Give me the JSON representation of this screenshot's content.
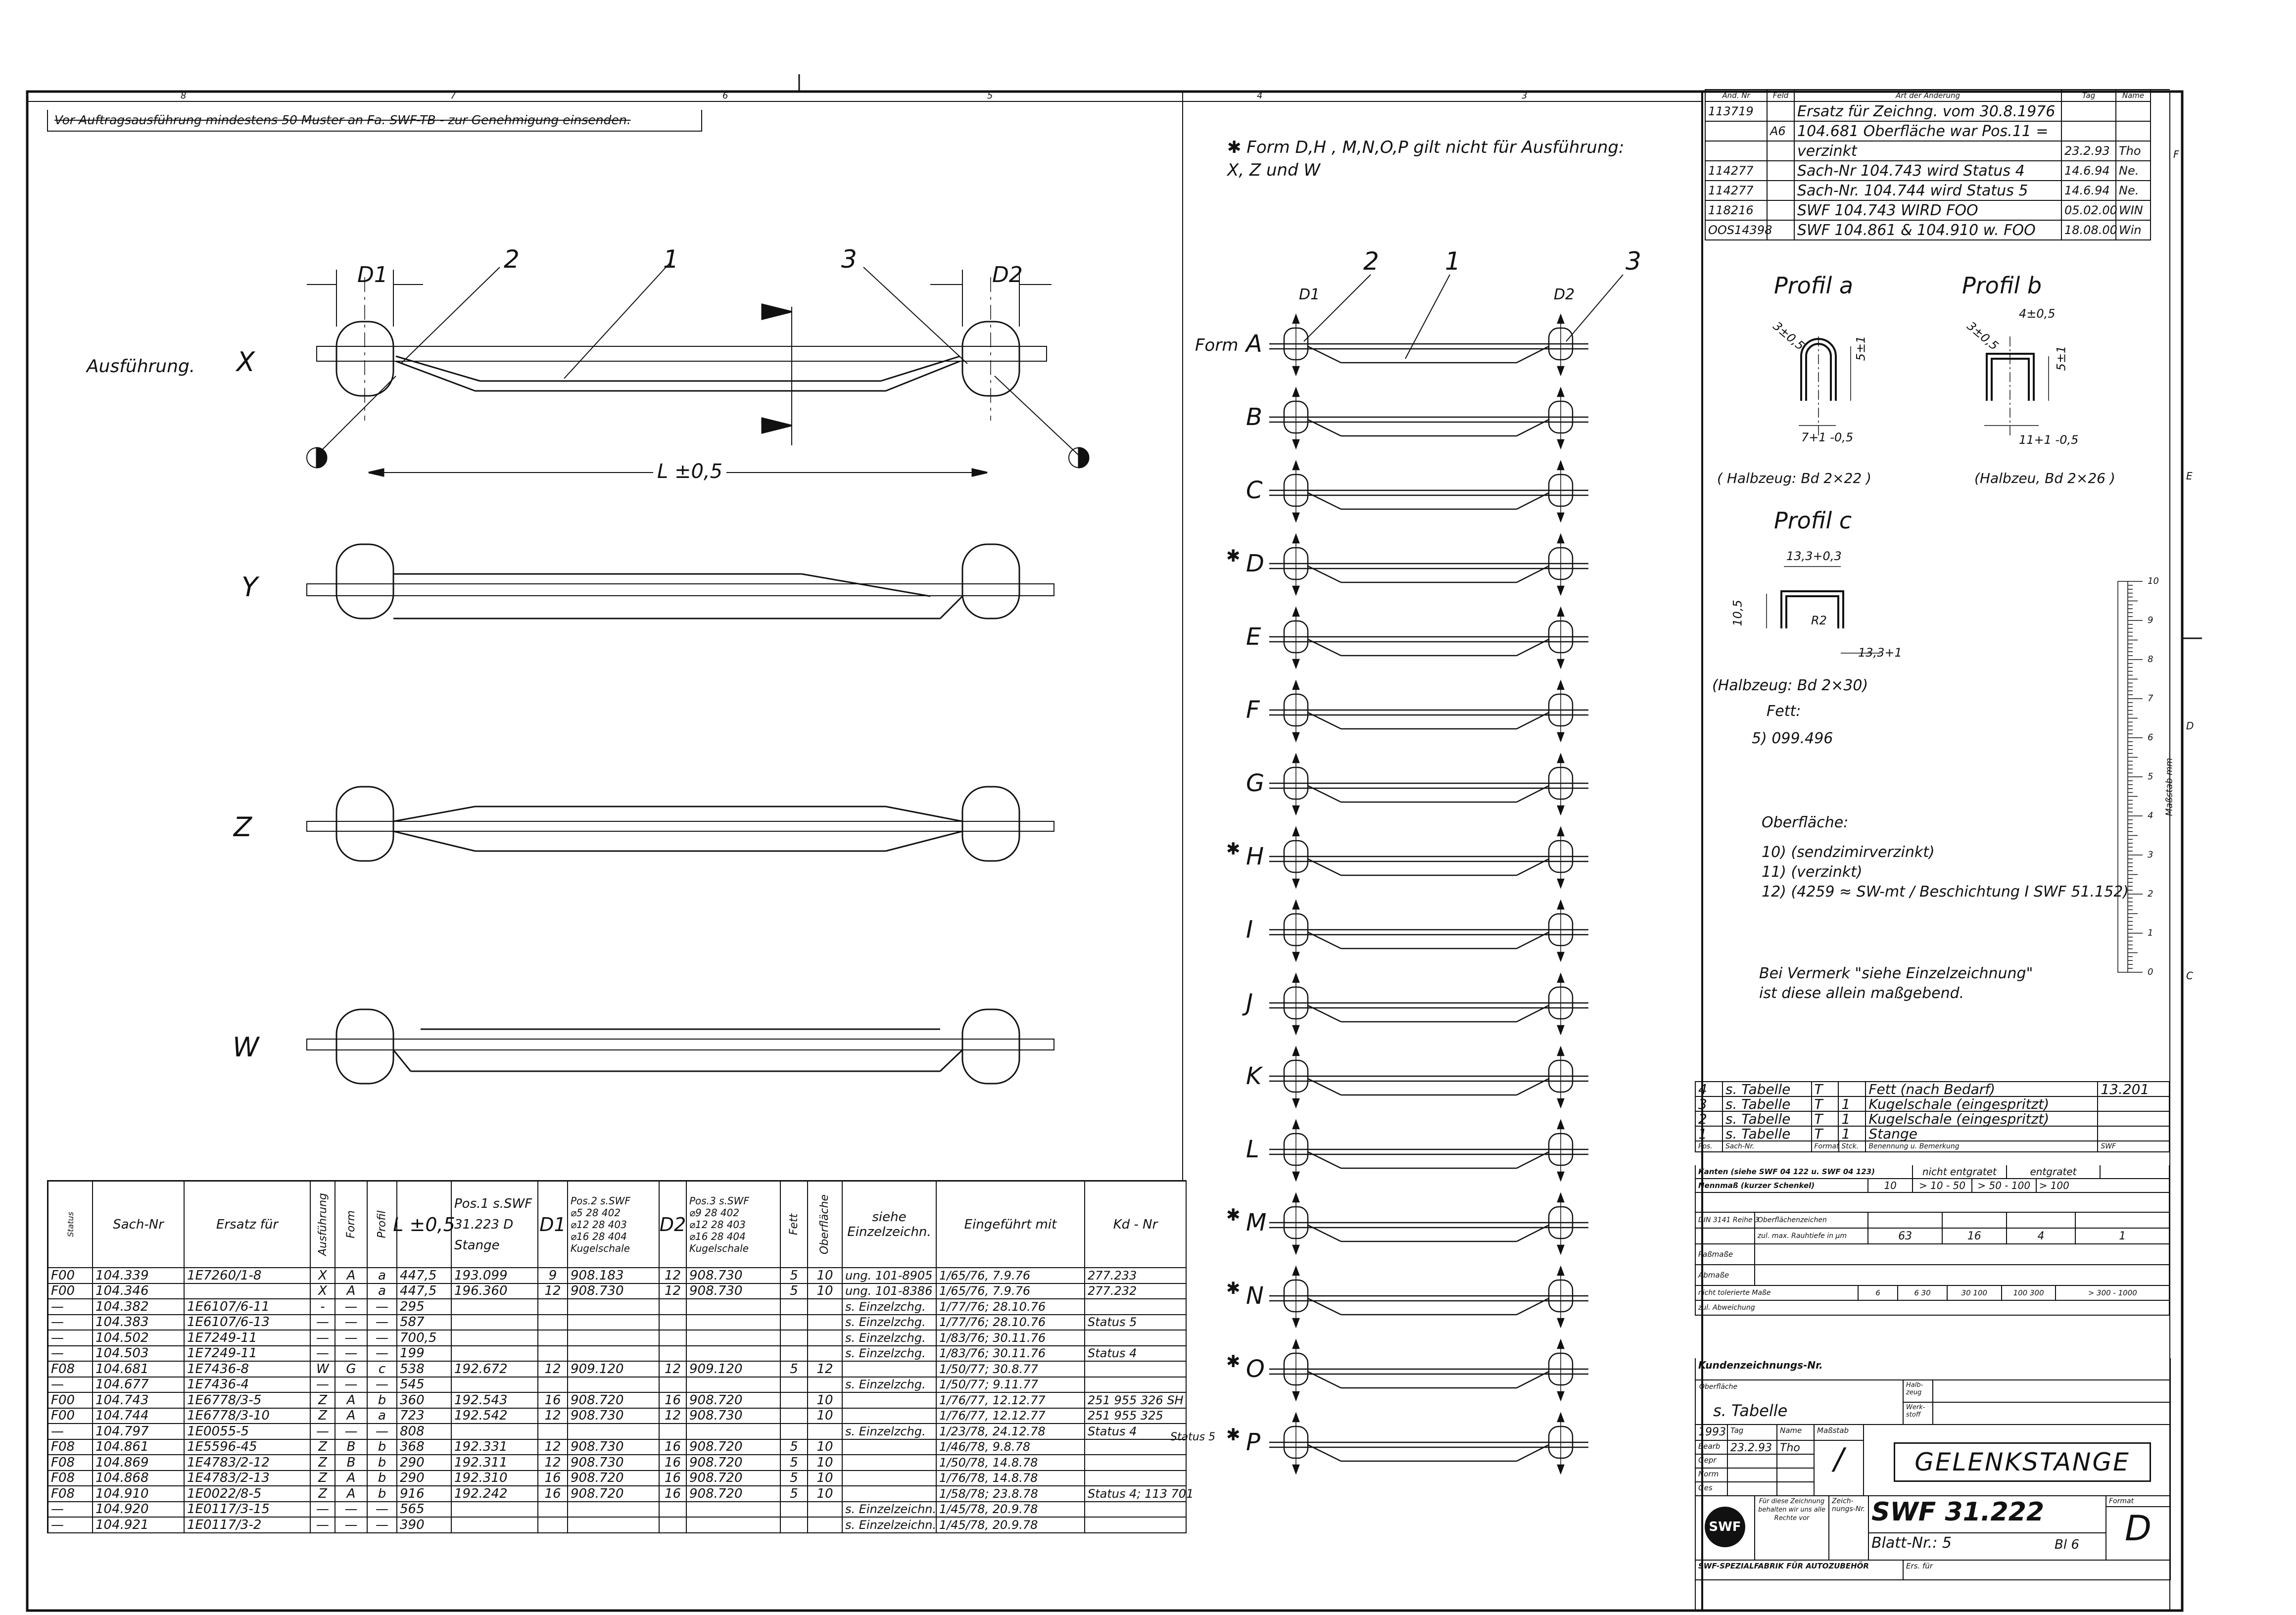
{
  "header_note": "Vor Auftragsausführung mindestens 50 Muster an Fa. SWF-TB - zur Genehmigung einsenden.",
  "grid_top": [
    "8",
    "7",
    "6",
    "5",
    "4",
    "3"
  ],
  "grid_right": [
    "F",
    "E",
    "D",
    "C"
  ],
  "left_view": {
    "ausfuehrung_label": "Ausführung.",
    "variants": [
      "X",
      "Y",
      "Z",
      "W"
    ],
    "d1": "D1",
    "d2": "D2",
    "length": "L ±0,5",
    "callouts": [
      "2",
      "1",
      "3"
    ]
  },
  "form_note": "✱ Form D,H , M,N,O,P gilt nicht für Ausführung: X, Z und W",
  "form_view": {
    "form_prefix": "Form",
    "forms": [
      "A",
      "B",
      "C",
      "D",
      "E",
      "F",
      "G",
      "H",
      "I",
      "J",
      "K",
      "L",
      "M",
      "N",
      "O",
      "P"
    ],
    "starred": [
      "D",
      "H",
      "M",
      "N",
      "O",
      "P"
    ],
    "d1": "D1",
    "d2": "D2",
    "callouts": [
      "2",
      "1",
      "3"
    ]
  },
  "changes": {
    "headers": [
      "Änd. Nr",
      "Feld",
      "Art der Änderung",
      "Tag",
      "Name"
    ],
    "rows": [
      [
        "113719",
        "",
        "Ersatz für Zeichng. vom 30.8.1976",
        "",
        ""
      ],
      [
        "",
        "A6",
        "104.681 Oberfläche war Pos.11 =",
        "",
        ""
      ],
      [
        "",
        "",
        "verzinkt",
        "23.2.93",
        "Tho"
      ],
      [
        "114277",
        "",
        "Sach-Nr 104.743 wird Status 4",
        "14.6.94",
        "Ne."
      ],
      [
        "114277",
        "",
        "Sach-Nr. 104.744 wird Status 5",
        "14.6.94",
        "Ne."
      ],
      [
        "118216",
        "",
        "SWF 104.743 WIRD FOO",
        "05.02.00",
        "WIN"
      ],
      [
        "OOS14398",
        "",
        "SWF 104.861 & 104.910 w. FOO",
        "18.08.00",
        "Win"
      ]
    ]
  },
  "profiles": {
    "a": {
      "title": "Profil a",
      "dims": [
        "3±0,5",
        "5±1",
        "7+1 -0,5"
      ],
      "halbzeug": "( Halbzeug: Bd 2×22 )"
    },
    "b": {
      "title": "Profil b",
      "dims": [
        "4±0,5",
        "3±0,5",
        "5±1",
        "11+1 -0,5"
      ],
      "halbzeug": "(Halbzeu, Bd 2×26 )"
    },
    "c": {
      "title": "Profil c",
      "dims": [
        "13,3+0,3",
        "10,5",
        "R2",
        "13,3+1"
      ],
      "halbzeug": "(Halbzeug: Bd 2×30)"
    }
  },
  "fett": {
    "label": "Fett:",
    "value": "5) 099.496"
  },
  "oberflaeche": {
    "label": "Oberfläche:",
    "items": [
      "10) (sendzimirverzinkt)",
      "11) (verzinkt)",
      "12) (4259 ≈ SW-mt / Beschichtung I SWF 51.152)"
    ]
  },
  "einzel_note": [
    "Bei Vermerk \"siehe Einzelzeichnung\"",
    "ist diese allein maßgebend."
  ],
  "scale": {
    "label": "Maßstab mm",
    "ticks": [
      "0",
      "1",
      "2",
      "3",
      "4",
      "5",
      "6",
      "7",
      "8",
      "9",
      "10"
    ]
  },
  "parts": {
    "headers": [
      "Pos.",
      "Sach-Nr.",
      "Format",
      "Stck.",
      "Benennung u. Bemerkung",
      "SWF"
    ],
    "rows": [
      [
        "4",
        "s. Tabelle",
        "T",
        "",
        "Fett (nach Bedarf)",
        "13.201"
      ],
      [
        "3",
        "s. Tabelle",
        "T",
        "1",
        "Kugelschale (eingespritzt)",
        ""
      ],
      [
        "2",
        "s. Tabelle",
        "T",
        "1",
        "Kugelschale (eingespritzt)",
        ""
      ],
      [
        "1",
        "s. Tabelle",
        "T",
        "1",
        "Stange",
        ""
      ]
    ]
  },
  "tolerance": {
    "kanten": "Kanten (siehe SWF 04 122 u. SWF 04 123)",
    "nicht_entgratet": "nicht entgratet",
    "entgratet": "entgratet",
    "nennmass": "Nennmaß (kurzer Schenkel)",
    "nennmass_vals": [
      "10",
      "> 10 - 50",
      "> 50 - 100",
      "> 100"
    ],
    "din": "DIN 3141 Reihe 3",
    "oberflaechenzeichen": "Oberflächenzeichen",
    "rauhtiefe": "zul. max. Rauhtiefe in µm",
    "rauh_vals": [
      "63",
      "16",
      "4",
      "1"
    ],
    "passmasse": "Paßmaße",
    "abmasse": "Abmaße",
    "nicht_tol": "nicht tolerierte Maße",
    "zul_abw": "zul. Abweichung",
    "tol_vals": [
      "6",
      "6 30",
      "30 100",
      "100 300",
      "> 300 - 1000"
    ]
  },
  "title_block": {
    "kundenzeichnungs": "Kundenzeichnungs-Nr.",
    "oberflaeche_label": "Oberfläche",
    "oberflaeche_val": "s. Tabelle",
    "halbzeug": "Halb-zeug",
    "werkstoff": "Werk-stoff",
    "year": "1993",
    "tag": "Tag",
    "name": "Name",
    "massstab": "Maßstab",
    "bearb": "Bearb",
    "bearb_date": "23.2.93",
    "bearb_name": "Tho",
    "gepr": "Gepr",
    "norm": "Norm",
    "ges": "Ges",
    "scale_val": "/",
    "title": "GELENKSTANGE",
    "logo": "SWF",
    "copyright": "Für diese Zeichnung behalten wir uns alle Rechte vor",
    "zeich": "Zeich-nungs-Nr.",
    "drawing_no": "SWF 31.222",
    "format_label": "Format",
    "format": "D",
    "blatt": "Blatt-Nr.: 5",
    "bl": "Bl 6",
    "company": "SWF-SPEZIALFABRIK FÜR AUTOZUBEHÖR",
    "ersatz": "Ers. für"
  },
  "main_table": {
    "headers": [
      "Status",
      "Sach-Nr",
      "Ersatz für",
      "Ausführung",
      "Form",
      "Profil",
      "L ±0,5",
      "Pos.1 s.SWF 31.223 D Stange",
      "D1",
      "Pos.2 s.SWF Kugelschale",
      "D2",
      "Pos.3 s.SWF Kugelschale",
      "Fett",
      "Oberfläche",
      "siehe Einzelzeichn.",
      "Eingeführt mit",
      "Kd - Nr"
    ],
    "header_sub": {
      "pos1": [
        "Pos.1 s.SWF",
        "31.223 D",
        "Stange"
      ],
      "pos2": [
        "Pos.2 s.SWF",
        "⌀5 28 402",
        "⌀12 28 403",
        "⌀16 28 404",
        "Kugelschale"
      ],
      "pos3": [
        "Pos.3 s.SWF",
        "⌀9 28 402",
        "⌀12 28 403",
        "⌀16 28 404",
        "Kugelschale"
      ]
    },
    "rows": [
      [
        "F00",
        "104.339",
        "1E7260/1-8",
        "X",
        "A",
        "a",
        "447,5",
        "193.099",
        "9",
        "908.183",
        "12",
        "908.730",
        "5",
        "10",
        "ung. 101-8905",
        "1/65/76, 7.9.76",
        "277.233"
      ],
      [
        "F00",
        "104.346",
        "",
        "X",
        "A",
        "a",
        "447,5",
        "196.360",
        "12",
        "908.730",
        "12",
        "908.730",
        "5",
        "10",
        "ung. 101-8386",
        "1/65/76, 7.9.76",
        "277.232"
      ],
      [
        "—",
        "104.382",
        "1E6107/6-11",
        "-",
        "—",
        "—",
        "295",
        "",
        "",
        "",
        "",
        "",
        "",
        "",
        "s. Einzelzchg.",
        "1/77/76; 28.10.76",
        ""
      ],
      [
        "—",
        "104.383",
        "1E6107/6-13",
        "—",
        "—",
        "—",
        "587",
        "",
        "",
        "",
        "",
        "",
        "",
        "",
        "s. Einzelzchg.",
        "1/77/76; 28.10.76",
        "Status 5"
      ],
      [
        "—",
        "104.502",
        "1E7249-11",
        "—",
        "—",
        "—",
        "700,5",
        "",
        "",
        "",
        "",
        "",
        "",
        "",
        "s. Einzelzchg.",
        "1/83/76; 30.11.76",
        ""
      ],
      [
        "—",
        "104.503",
        "1E7249-11",
        "—",
        "—",
        "—",
        "199",
        "",
        "",
        "",
        "",
        "",
        "",
        "",
        "s. Einzelzchg.",
        "1/83/76; 30.11.76",
        "Status 4"
      ],
      [
        "F08",
        "104.681",
        "1E7436-8",
        "W",
        "G",
        "c",
        "538",
        "192.672",
        "12",
        "909.120",
        "12",
        "909.120",
        "5",
        "12",
        "",
        "1/50/77; 30.8.77",
        ""
      ],
      [
        "—",
        "104.677",
        "1E7436-4",
        "—",
        "—",
        "—",
        "545",
        "",
        "",
        "",
        "",
        "",
        "",
        "",
        "s. Einzelzchg.",
        "1/50/77; 9.11.77",
        ""
      ],
      [
        "F00",
        "104.743",
        "1E6778/3-5",
        "Z",
        "A",
        "b",
        "360",
        "192.543",
        "16",
        "908.720",
        "16",
        "908.720",
        "",
        "10",
        "",
        "1/76/77, 12.12.77",
        "251 955 326 SH"
      ],
      [
        "F00",
        "104.744",
        "1E6778/3-10",
        "Z",
        "A",
        "a",
        "723",
        "192.542",
        "12",
        "908.730",
        "12",
        "908.730",
        "",
        "10",
        "",
        "1/76/77, 12.12.77",
        "251 955 325"
      ],
      [
        "—",
        "104.797",
        "1E0055-5",
        "—",
        "—",
        "—",
        "808",
        "",
        "",
        "",
        "",
        "",
        "",
        "",
        "s. Einzelzchg.",
        "1/23/78, 24.12.78",
        "Status 4"
      ],
      [
        "F08",
        "104.861",
        "1E5596-45",
        "Z",
        "B",
        "b",
        "368",
        "192.331",
        "12",
        "908.730",
        "16",
        "908.720",
        "5",
        "10",
        "",
        "1/46/78, 9.8.78",
        ""
      ],
      [
        "F08",
        "104.869",
        "1E4783/2-12",
        "Z",
        "B",
        "b",
        "290",
        "192.311",
        "12",
        "908.730",
        "16",
        "908.720",
        "5",
        "10",
        "",
        "1/50/78, 14.8.78",
        ""
      ],
      [
        "F08",
        "104.868",
        "1E4783/2-13",
        "Z",
        "A",
        "b",
        "290",
        "192.310",
        "16",
        "908.720",
        "16",
        "908.720",
        "5",
        "10",
        "",
        "1/76/78, 14.8.78",
        ""
      ],
      [
        "F08",
        "104.910",
        "1E0022/8-5",
        "Z",
        "A",
        "b",
        "916",
        "192.242",
        "16",
        "908.720",
        "16",
        "908.720",
        "5",
        "10",
        "",
        "1/58/78; 23.8.78",
        "Status 4; 113 701"
      ],
      [
        "—",
        "104.920",
        "1E0117/3-15",
        "—",
        "—",
        "—",
        "565",
        "",
        "",
        "",
        "",
        "",
        "",
        "",
        "s. Einzelzeichn.",
        "1/45/78, 20.9.78",
        ""
      ],
      [
        "—",
        "104.921",
        "1E0117/3-2",
        "—",
        "—",
        "—",
        "390",
        "",
        "",
        "",
        "",
        "",
        "",
        "",
        "s. Einzelzeichn.",
        "1/45/78, 20.9.78",
        ""
      ]
    ],
    "margin_note": "Status 5"
  }
}
